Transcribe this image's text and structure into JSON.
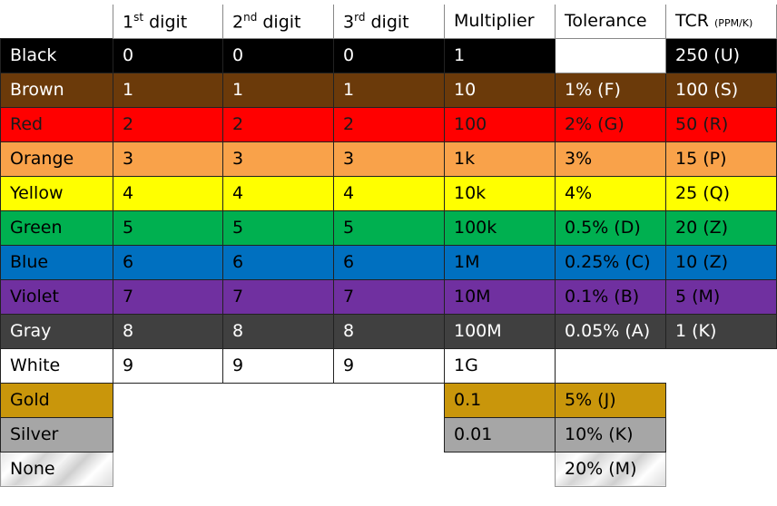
{
  "header": {
    "digit1": "1",
    "digit1_sup": "st",
    "digit1_rest": " digit",
    "digit2": "2",
    "digit2_sup": "nd",
    "digit2_rest": " digit",
    "digit3": "3",
    "digit3_sup": "rd",
    "digit3_rest": " digit",
    "multiplier": "Multiplier",
    "tolerance": "Tolerance",
    "tcr": "TCR",
    "tcr_unit": "(PPM/K)"
  },
  "rows": [
    {
      "name": "Black",
      "d1": "0",
      "d2": "0",
      "d3": "0",
      "mult": "1",
      "tol": "",
      "tcr": "250 (U)",
      "bg": "#000000",
      "fg": "#ffffff"
    },
    {
      "name": "Brown",
      "d1": "1",
      "d2": "1",
      "d3": "1",
      "mult": "10",
      "tol": "1% (F)",
      "tcr": "100 (S)",
      "bg": "#6b3a0a",
      "fg": "#ffffff"
    },
    {
      "name": "Red",
      "d1": "2",
      "d2": "2",
      "d3": "2",
      "mult": "100",
      "tol": "2% (G)",
      "tcr": "50 (R)",
      "bg": "#ff0000",
      "fg": "#1a1a1a"
    },
    {
      "name": "Orange",
      "d1": "3",
      "d2": "3",
      "d3": "3",
      "mult": "1k",
      "tol": "3%",
      "tcr": "15 (P)",
      "bg": "#f9a24a",
      "fg": "#000000"
    },
    {
      "name": "Yellow",
      "d1": "4",
      "d2": "4",
      "d3": "4",
      "mult": "10k",
      "tol": "4%",
      "tcr": "25 (Q)",
      "bg": "#ffff00",
      "fg": "#000000"
    },
    {
      "name": "Green",
      "d1": "5",
      "d2": "5",
      "d3": "5",
      "mult": "100k",
      "tol": "0.5% (D)",
      "tcr": "20 (Z)",
      "bg": "#00b050",
      "fg": "#000000"
    },
    {
      "name": "Blue",
      "d1": "6",
      "d2": "6",
      "d3": "6",
      "mult": "1M",
      "tol": "0.25% (C)",
      "tcr": "10 (Z)",
      "bg": "#0070c0",
      "fg": "#000000"
    },
    {
      "name": "Violet",
      "d1": "7",
      "d2": "7",
      "d3": "7",
      "mult": "10M",
      "tol": "0.1% (B)",
      "tcr": "5 (M)",
      "bg": "#7030a0",
      "fg": "#000000"
    },
    {
      "name": "Gray",
      "d1": "8",
      "d2": "8",
      "d3": "8",
      "mult": "100M",
      "tol": "0.05% (A)",
      "tcr": "1 (K)",
      "bg": "#404040",
      "fg": "#ffffff"
    },
    {
      "name": "White",
      "d1": "9",
      "d2": "9",
      "d3": "9",
      "mult": "1G",
      "tol": "",
      "tcr": "",
      "bg": "#ffffff",
      "fg": "#000000"
    }
  ],
  "extra_rows": [
    {
      "name": "Gold",
      "mult": "0.1",
      "tol": "5% (J)",
      "bg": "#c9960b",
      "fg": "#000000"
    },
    {
      "name": "Silver",
      "mult": "0.01",
      "tol": "10% (K)",
      "bg": "#a6a6a6",
      "fg": "#000000"
    },
    {
      "name": "None",
      "mult": "",
      "tol": "20% (M)",
      "bg": "marble",
      "fg": "#000000"
    }
  ]
}
